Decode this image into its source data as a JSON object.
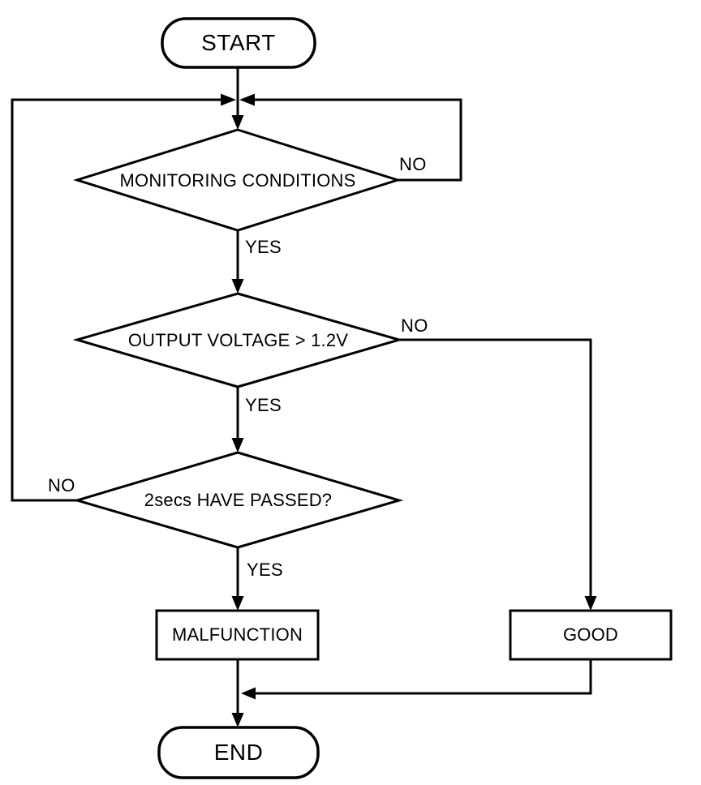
{
  "nodes": {
    "start": "START",
    "monitoring": "MONITORING CONDITIONS",
    "voltage": "OUTPUT VOLTAGE > 1.2V",
    "passed": "2secs HAVE PASSED?",
    "malfunction": "MALFUNCTION",
    "good": "GOOD",
    "end": "END"
  },
  "edge_labels": {
    "monitoring_no": "NO",
    "monitoring_yes": "YES",
    "voltage_no": "NO",
    "voltage_yes": "YES",
    "passed_no": "NO",
    "passed_yes": "YES"
  },
  "colors": {
    "stroke": "#000000",
    "background": "#ffffff",
    "text": "#000000"
  }
}
